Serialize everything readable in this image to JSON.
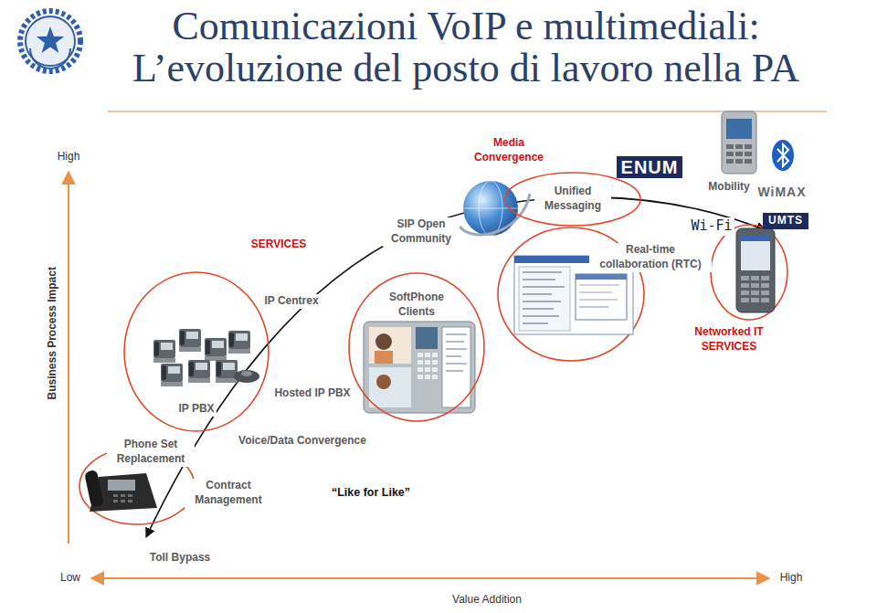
{
  "diagram": {
    "title": "Comunicazioni VoIP e multimediali: L’evoluzione del posto di lavoro nella PA",
    "nodes": [
      {
        "text": [
          "Unified Messaging"
        ]
      },
      {
        "text": [
          "SoftPhone Clients"
        ]
      },
      {
        "text": [
          "IP PBX"
        ]
      }
    ],
    "labels": [
      "High",
      "Media Convergence",
      "ENUM",
      "Mobility",
      "WiMAX",
      "Wi-Fi",
      "UMTS",
      "SIP Open Community",
      "SERVICES",
      "Real-time collaboration (RTC)",
      "Business Process Impact",
      "IP Centrex",
      "Networked IT SERVICES",
      "Hosted IP PBX",
      "Voice/Data Convergence",
      "Phone Set Replacement",
      "Contract Management",
      "“Like for Like”",
      "Toll Bypass",
      "Low",
      "High",
      "Value Addition"
    ]
  }
}
